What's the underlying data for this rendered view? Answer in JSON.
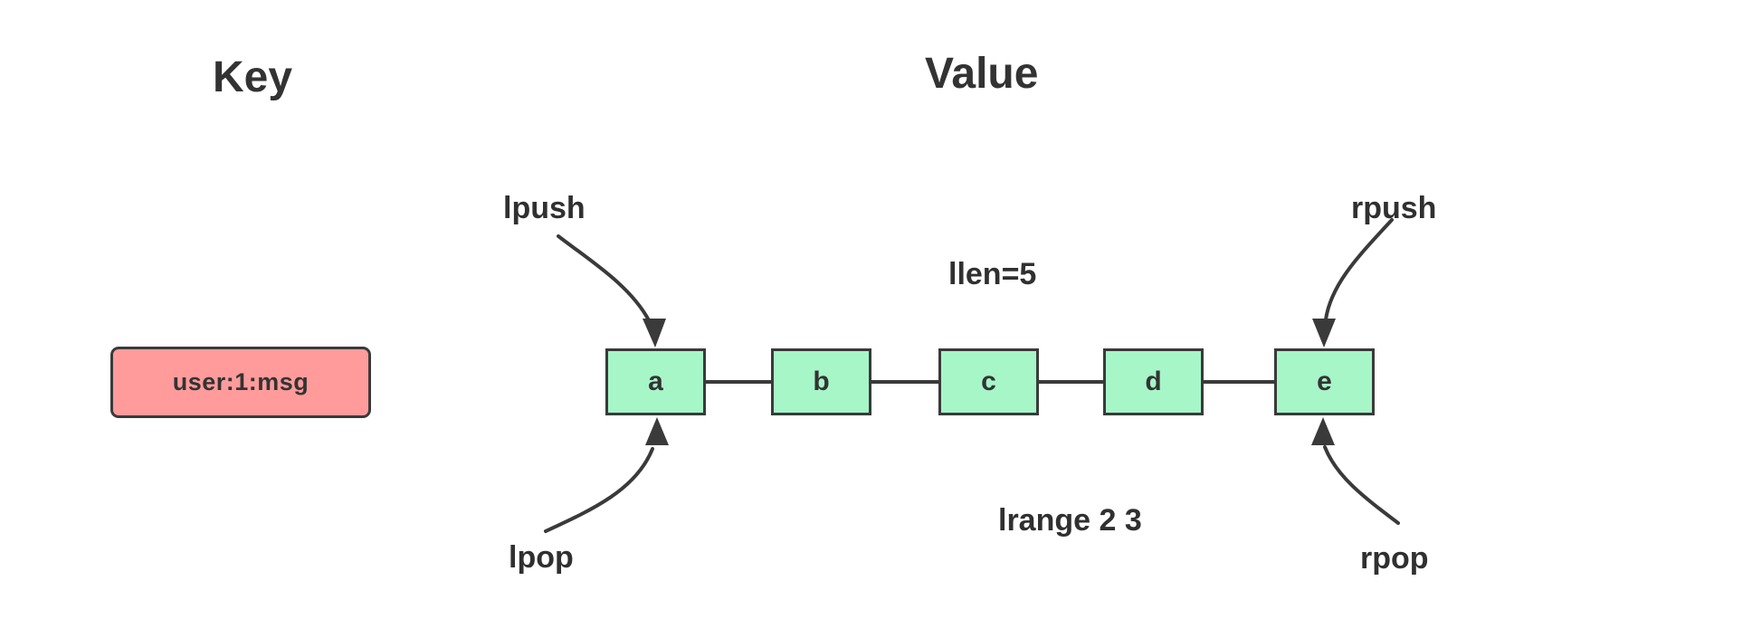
{
  "headers": {
    "key": "Key",
    "value": "Value"
  },
  "key_box": {
    "label": "user:1:msg",
    "fill_color": "#FF9B9B",
    "border_color": "#3A3A3A"
  },
  "list": {
    "items": [
      "a",
      "b",
      "c",
      "d",
      "e"
    ],
    "fill_color": "#A6F6C8",
    "border_color": "#3A3A3A"
  },
  "operations": {
    "lpush": "lpush",
    "lpop": "lpop",
    "rpush": "rpush",
    "rpop": "rpop"
  },
  "annotations": {
    "llen": "llen=5",
    "lrange": "lrange 2 3"
  },
  "colors": {
    "stroke": "#3A3A3A",
    "text": "#303030",
    "background": "#FFFFFF"
  }
}
